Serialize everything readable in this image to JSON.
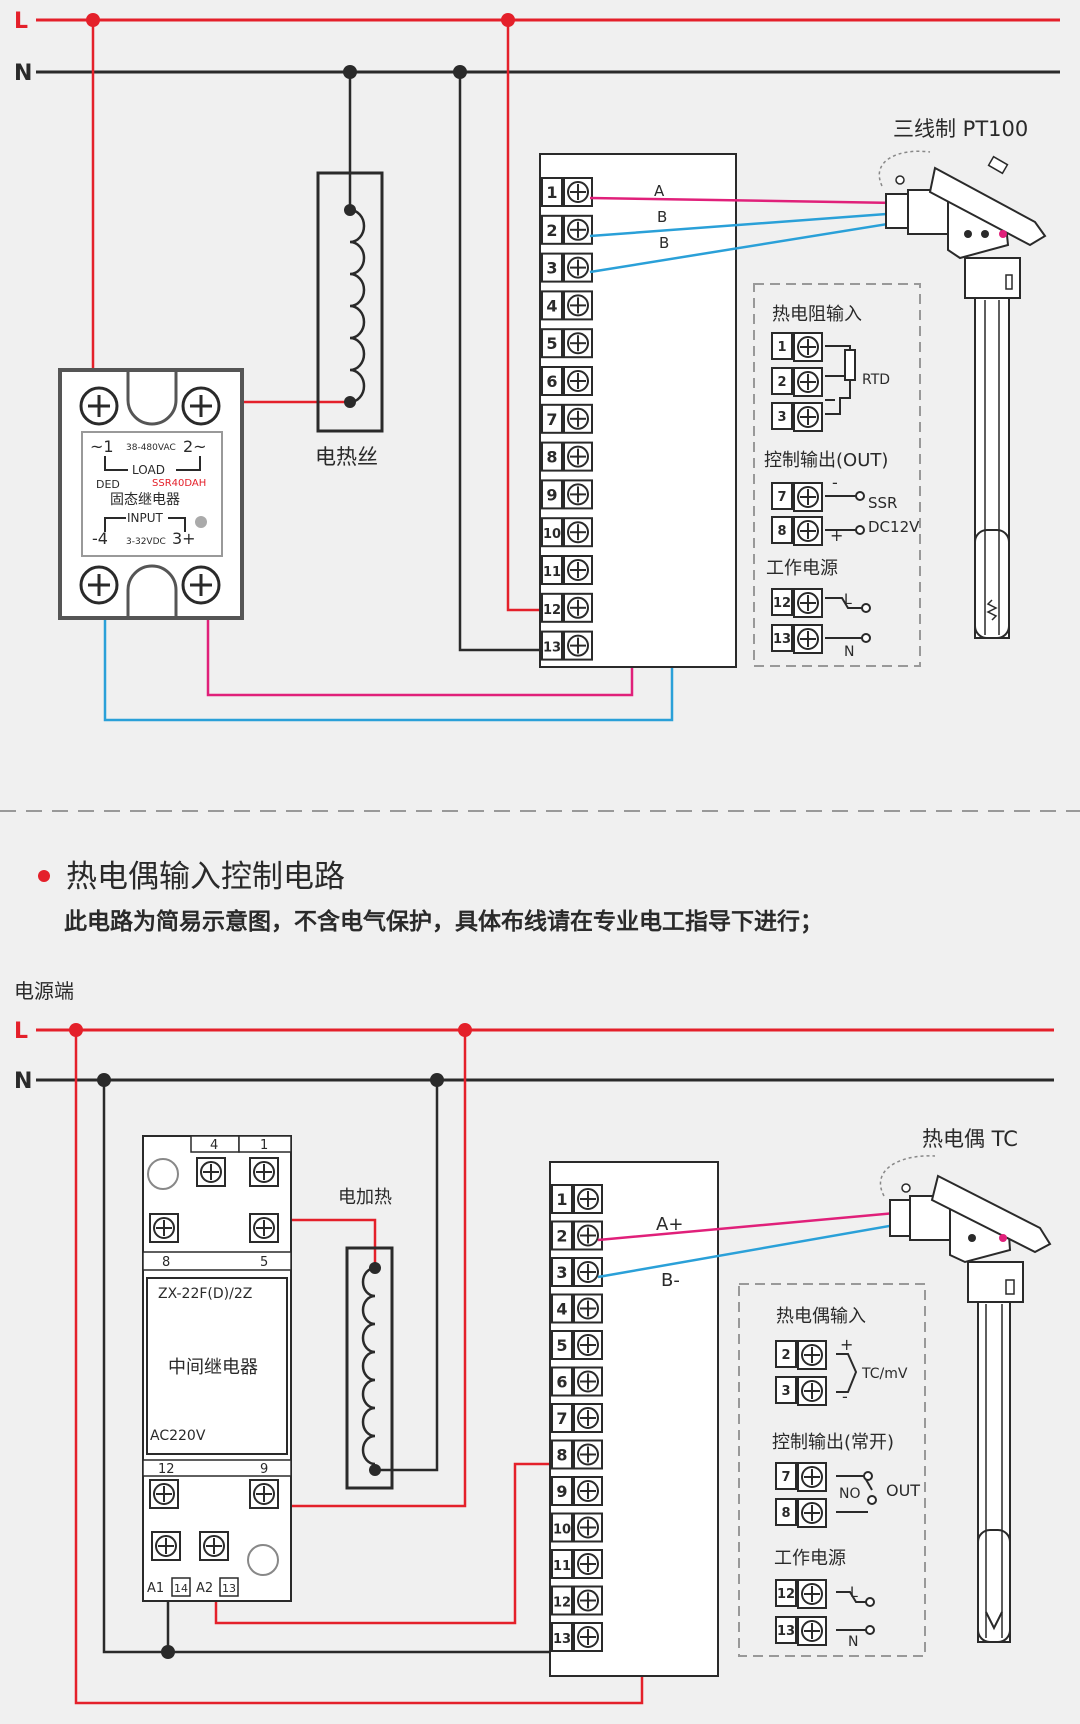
{
  "colors": {
    "background": "#f0f0f0",
    "phase_line": "#e4202a",
    "neutral_line": "#2a2a2a",
    "wire_magenta": "#e0207a",
    "wire_blue": "#2aa0d8",
    "ssr_red_text": "#e4202a"
  },
  "lines": {
    "l": "L",
    "n": "N"
  },
  "rtd_section": {
    "ssr": {
      "t1": "~1",
      "voltage": "38-480VAC",
      "t2": "2~",
      "load": "LOAD",
      "brand": "DED",
      "model": "SSR40DAH",
      "name": "固态继电器",
      "input": "INPUT",
      "t4": "-4",
      "input_voltage": "3-32VDC",
      "t3": "3+"
    },
    "heater_label": "电热丝",
    "sensor_label": "三线制 PT100",
    "wire_labels": [
      "A",
      "B",
      "B"
    ],
    "terminals": [
      "1",
      "2",
      "3",
      "4",
      "5",
      "6",
      "7",
      "8",
      "9",
      "10",
      "11",
      "12",
      "13"
    ],
    "legend": {
      "input_title": "热电阻输入",
      "rtd": "RTD",
      "output_title": "控制输出(OUT)",
      "minus": "-",
      "plus": "+",
      "ssr": "SSR",
      "dc": "DC12V",
      "power_title": "工作电源",
      "l": "L",
      "n": "N",
      "t1": "1",
      "t2": "2",
      "t3": "3",
      "t7": "7",
      "t8": "8",
      "t12": "12",
      "t13": "13"
    }
  },
  "tc_section": {
    "title": "热电偶输入控制电路",
    "note": "此电路为简易示意图，不含电气保护，具体布线请在专业电工指导下进行；",
    "power_end": "电源端",
    "relay": {
      "t4": "4",
      "t1": "1",
      "t8": "8",
      "t5": "5",
      "model": "ZX-22F(D)/2Z",
      "name": "中间继电器",
      "voltage": "AC220V",
      "t12": "12",
      "t9": "9",
      "a1": "A1",
      "t14": "14",
      "a2": "A2",
      "t13": "13"
    },
    "heater_label": "电加热",
    "sensor_label": "热电偶 TC",
    "wire_labels": [
      "A+",
      "B-"
    ],
    "terminals": [
      "1",
      "2",
      "3",
      "4",
      "5",
      "6",
      "7",
      "8",
      "9",
      "10",
      "11",
      "12",
      "13"
    ],
    "legend": {
      "input_title": "热电偶输入",
      "plus": "+",
      "minus": "-",
      "tc": "TC/mV",
      "output_title": "控制输出(常开)",
      "no": "NO",
      "out": "OUT",
      "power_title": "工作电源",
      "l": "L",
      "n": "N",
      "t2": "2",
      "t3": "3",
      "t7": "7",
      "t8": "8",
      "t12": "12",
      "t13": "13"
    }
  }
}
